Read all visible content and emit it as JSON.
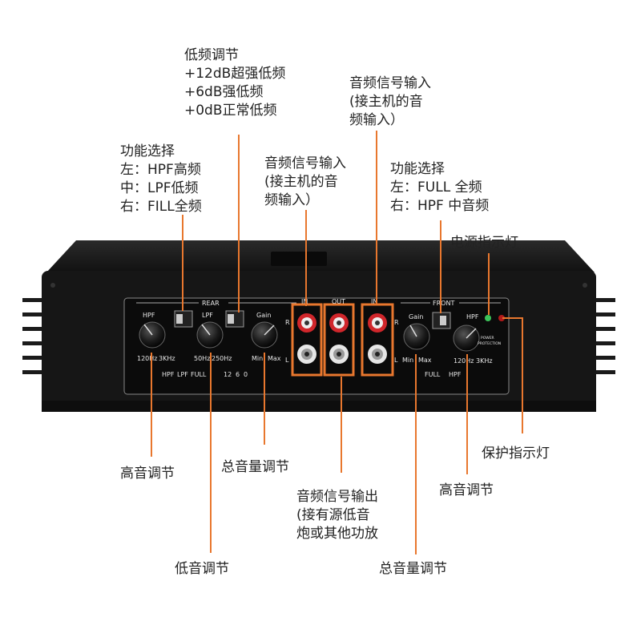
{
  "labels": {
    "low_freq": {
      "title": "低频调节",
      "lines": [
        "+12dB超强低频",
        "+6dB强低频",
        "+0dB正常低频"
      ]
    },
    "func_rear": {
      "title": "功能选择",
      "lines": [
        "左：HPF高频",
        "中：LPF低频",
        "右：FILL全频"
      ]
    },
    "audio_in_rear": {
      "lines": [
        "音频信号输入",
        "(接主机的音",
        "频输入）"
      ]
    },
    "audio_in_front": {
      "lines": [
        "音频信号输入",
        "(接主机的音",
        "频输入）"
      ]
    },
    "func_front": {
      "title": "功能选择",
      "lines": [
        "左：FULL 全频",
        "右：HPF 中音频"
      ]
    },
    "power_led": "电源指示灯",
    "protect_led": "保护指示灯",
    "treble_rear": "高音调节",
    "master_vol_rear": "总音量调节",
    "audio_out": {
      "lines": [
        "音频信号输出",
        "(接有源低音",
        "炮或其他功放"
      ]
    },
    "treble_front": "高音调节",
    "bass": "低音调节",
    "master_vol_front": "总音量调节"
  },
  "panel": {
    "rear": "REAR",
    "front": "FRONT",
    "in": "IN",
    "out": "OUT",
    "hpf": "HPF",
    "lpf": "LPF",
    "gain": "Gain",
    "f_120": "120Hz",
    "f_3k": "3KHz",
    "f_50": "50Hz",
    "f_250": "250Hz",
    "min": "Min",
    "max": "Max",
    "sw_hpf": "HPF",
    "sw_lpf": "LPF",
    "sw_full": "FULL",
    "bass_12": "12",
    "bass_6": "6",
    "bass_0": "0",
    "ch_r": "R",
    "ch_l": "L",
    "power": "POWER",
    "protection": "PROTECTION"
  },
  "colors": {
    "accent": "#e8772e",
    "body": "#141414",
    "panel": "#0c0c0c",
    "rca_red": "#d0262b"
  }
}
